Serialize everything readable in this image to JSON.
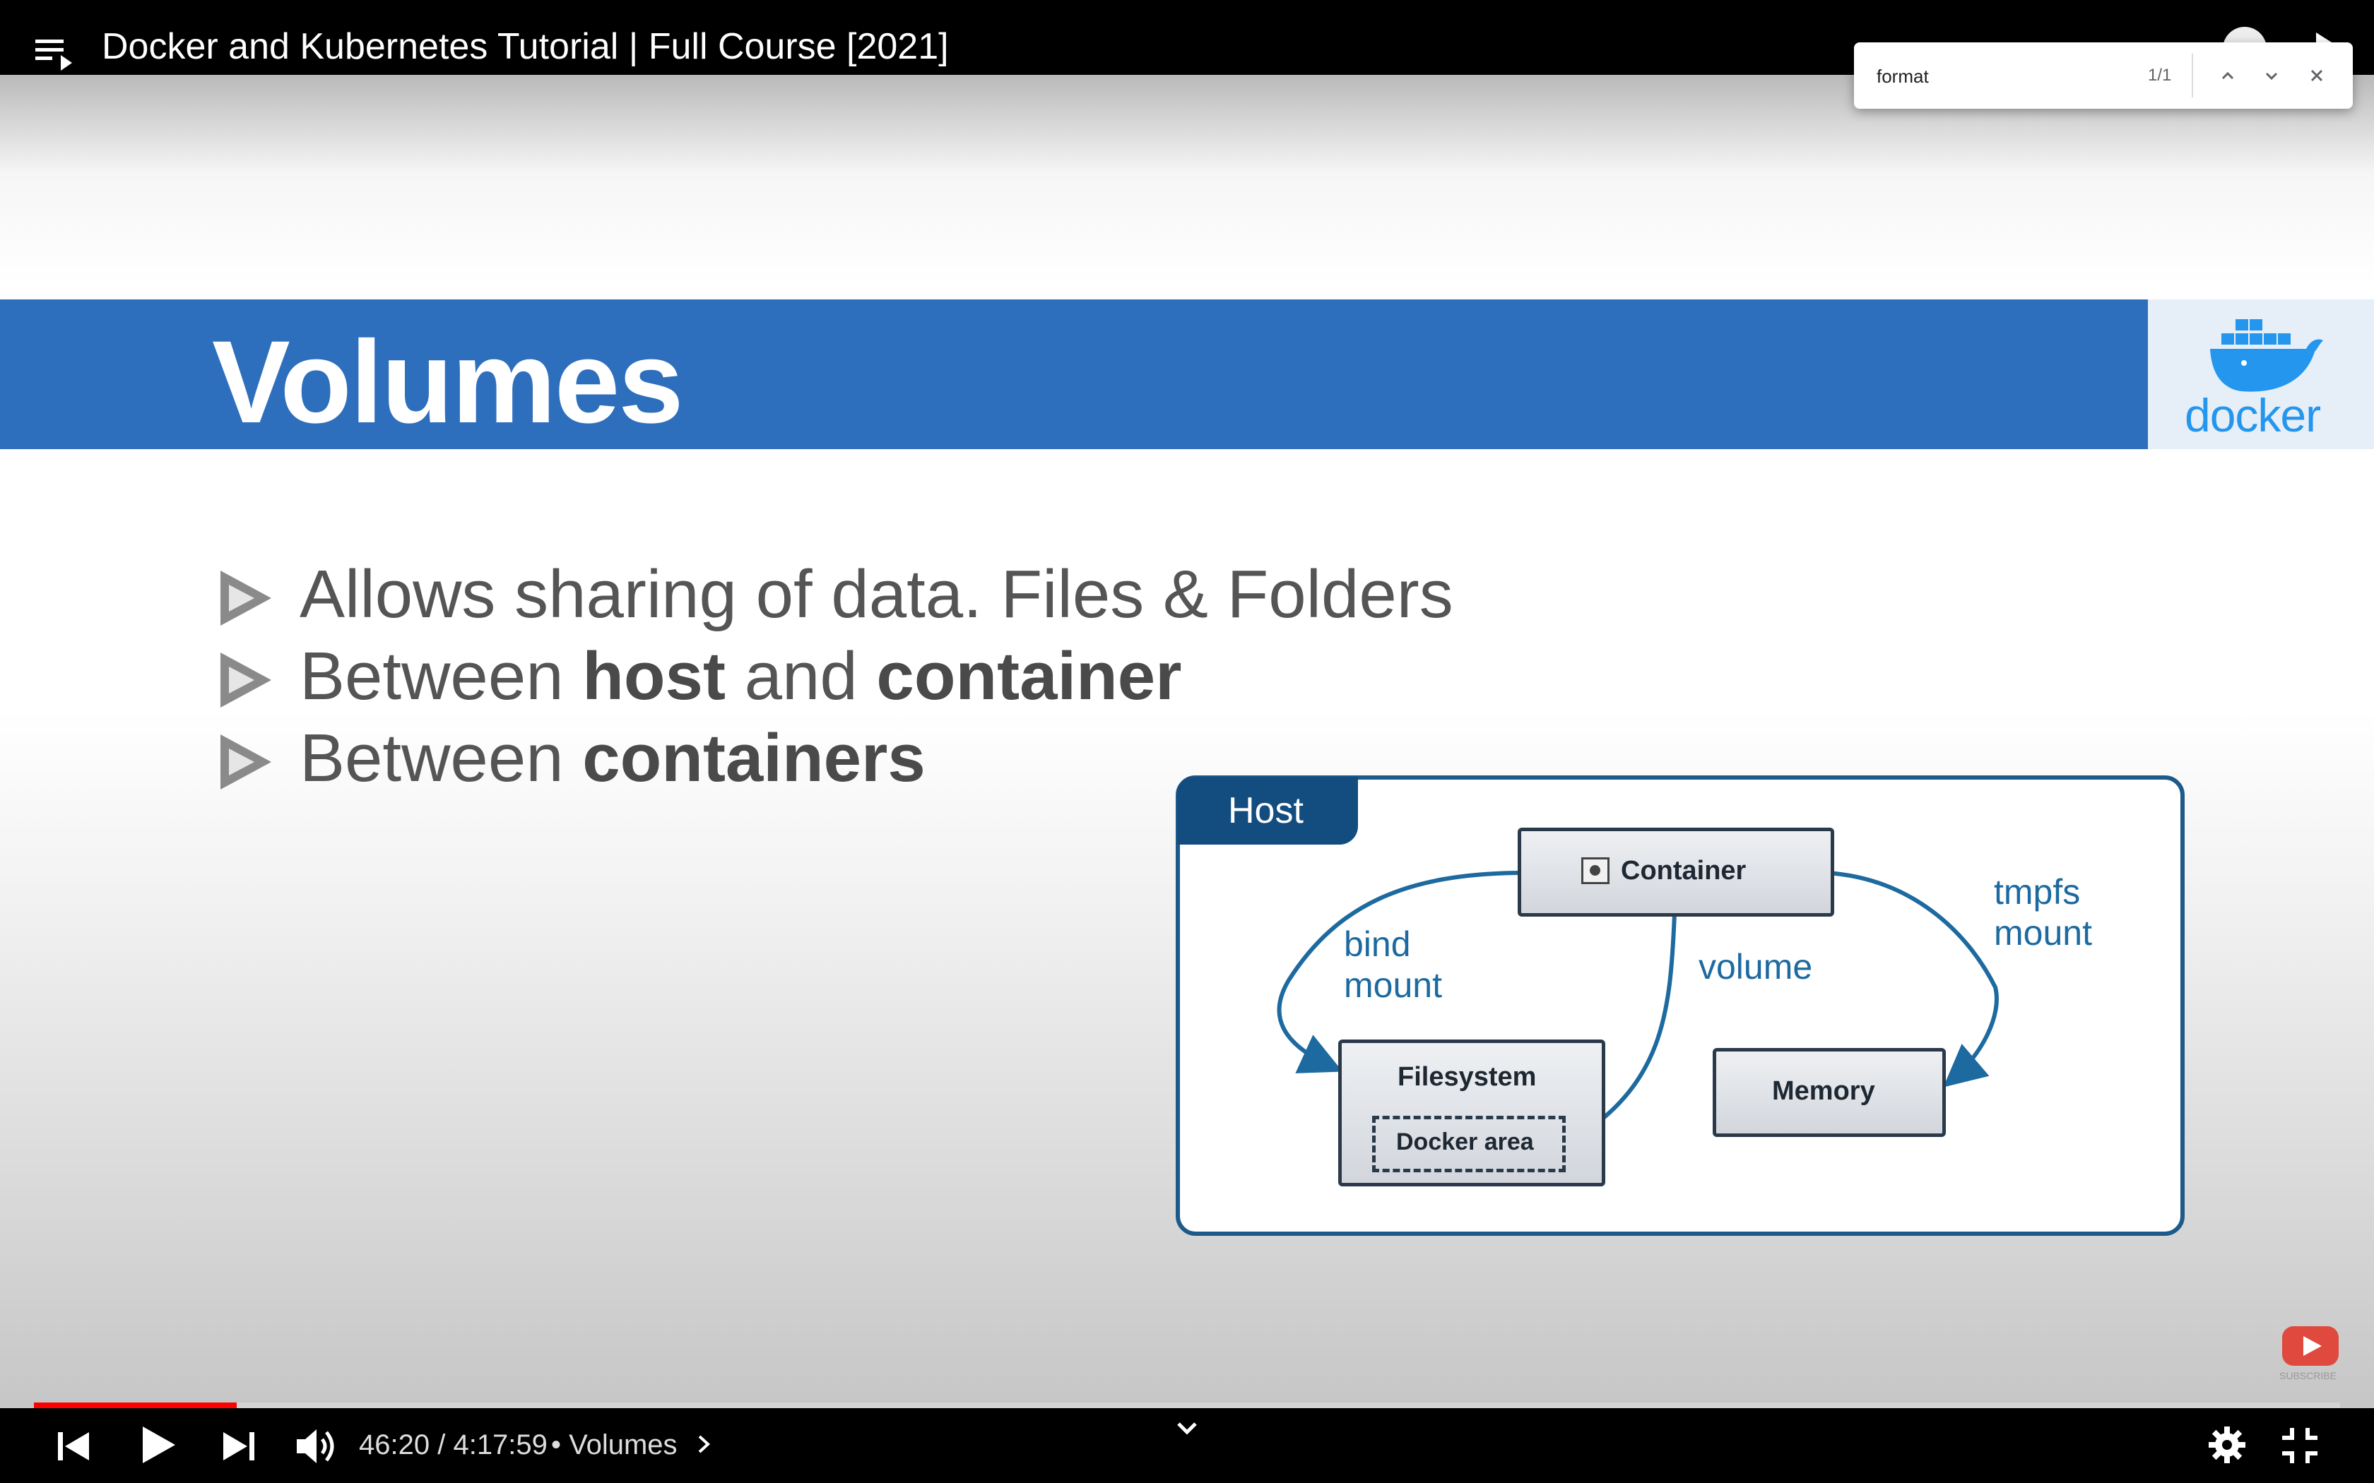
{
  "video": {
    "title": "Docker and Kubernetes Tutorial | Full Course [2021]"
  },
  "slide": {
    "title": "Volumes",
    "logo_text": "docker",
    "bullets": [
      {
        "plain": [
          "Allows sharing of data. Files & Folders"
        ]
      },
      {
        "plain": [
          "Between ",
          " and "
        ],
        "bold": [
          "host",
          "container"
        ]
      },
      {
        "plain": [
          "Between "
        ],
        "bold": [
          "containers"
        ]
      }
    ],
    "diagram": {
      "host_label": "Host",
      "container_label": "Container",
      "filesystem_label": "Filesystem",
      "docker_area_label": "Docker area",
      "memory_label": "Memory",
      "bind_mount_label": [
        "bind",
        "mount"
      ],
      "volume_label": "volume",
      "tmpfs_mount_label": [
        "tmpfs",
        "mount"
      ]
    },
    "subscribe_label": "SUBSCRIBE"
  },
  "player": {
    "current_time": "46:20",
    "duration": "4:17:59",
    "chapter": "Volumes",
    "progress_fraction": 0.088
  },
  "find_bar": {
    "query": "format",
    "match_count": "1/1"
  },
  "colors": {
    "banner_blue": "#2e6fbd",
    "host_border": "#1d5a8a",
    "edge_blue": "#1d6aa0",
    "progress_red": "#ff0000",
    "docker_blue": "#2496ed"
  },
  "icons": [
    "menu-icon",
    "account-icon",
    "share-icon",
    "docker-whale-icon",
    "bullet-arrow-icon",
    "container-icon",
    "youtube-subscribe-icon",
    "previous-icon",
    "play-icon",
    "next-icon",
    "volume-icon",
    "chevron-right-icon",
    "chevron-down-icon",
    "settings-gear-icon",
    "exit-fullscreen-icon",
    "find-up-icon",
    "find-down-icon",
    "find-close-icon"
  ]
}
